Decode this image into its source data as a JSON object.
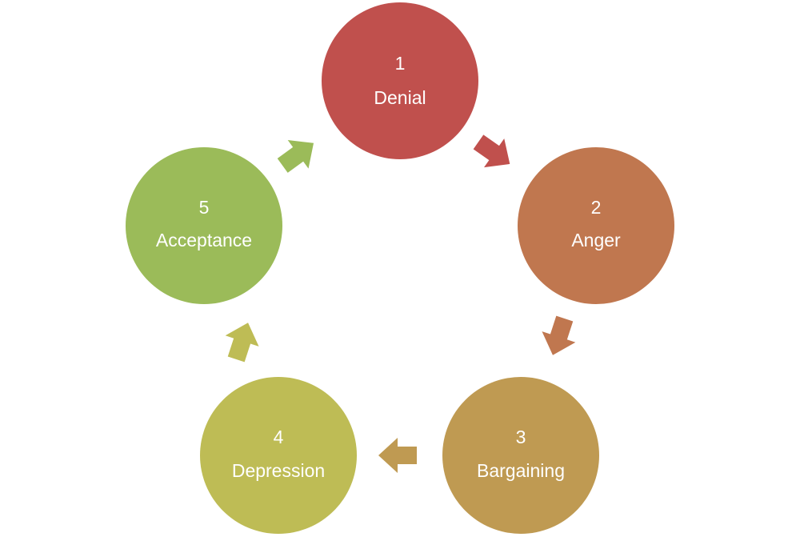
{
  "stages": [
    {
      "number": "1",
      "label": "Denial",
      "color": "#c0504d"
    },
    {
      "number": "2",
      "label": "Anger",
      "color": "#c0774f"
    },
    {
      "number": "3",
      "label": "Bargaining",
      "color": "#bf9a52"
    },
    {
      "number": "4",
      "label": "Depression",
      "color": "#bebc55"
    },
    {
      "number": "5",
      "label": "Acceptance",
      "color": "#9bbb59"
    }
  ],
  "arrows": [
    {
      "from": "1",
      "to": "2",
      "color": "#c0504d"
    },
    {
      "from": "2",
      "to": "3",
      "color": "#c0774f"
    },
    {
      "from": "3",
      "to": "4",
      "color": "#bf9a52"
    },
    {
      "from": "4",
      "to": "5",
      "color": "#bebc55"
    },
    {
      "from": "5",
      "to": "1",
      "color": "#9bbb59"
    }
  ]
}
